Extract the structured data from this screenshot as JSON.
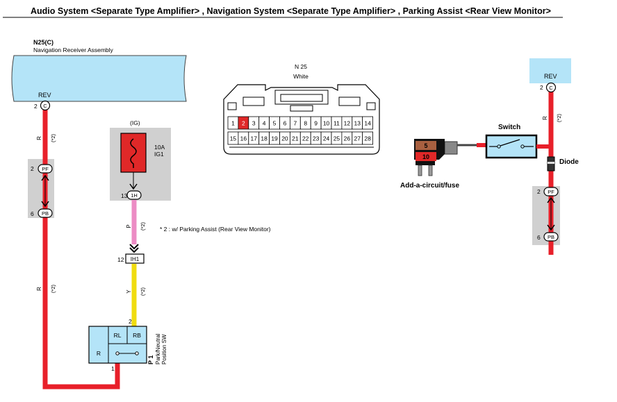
{
  "title": "Audio System <Separate Type Amplifier> , Navigation System <Separate Type Amplifier> , Parking Assist <Rear View Monitor>",
  "colors": {
    "wire_red": "#e8202a",
    "wire_pink": "#ec8cc4",
    "wire_yellow": "#f0dc10",
    "receiver_fill": "#b4e4f8",
    "gray_box": "#d0d0d0",
    "fuse_red": "#e02828",
    "switch_fill": "#b4e4f8",
    "fuse_brown": "#a86040",
    "fuse_red_label": "#e02828"
  },
  "receiver": {
    "code": "N25(C)",
    "name": "Navigation Receiver Assembly",
    "pin_label": "REV",
    "pin_number": "2",
    "pin_letter": "C"
  },
  "left_wire": {
    "color_code_top": "R",
    "note_top": "(*2)",
    "color_code_bottom": "R",
    "note_bottom": "(*2)"
  },
  "left_connector": {
    "top_number": "2",
    "top_label": "PF",
    "bottom_number": "6",
    "bottom_label": "PB"
  },
  "fuse": {
    "circuit": "(IG)",
    "rating": "10A",
    "name": "IG1",
    "pin_number": "13",
    "pin_label": "1H"
  },
  "pink_wire": {
    "color_code": "P",
    "note": "(*2)"
  },
  "junction": {
    "number": "12",
    "label": "IH1"
  },
  "yellow_wire": {
    "color_code": "Y",
    "note": "(*2)"
  },
  "note": "* 2 : w/ Parking Assist (Rear View Monitor)",
  "switch_p1": {
    "pin_top": "2",
    "cell_rl": "RL",
    "cell_rb": "RB",
    "cell_r": "R",
    "pin_bottom": "1",
    "code": "P 1",
    "name_line1": "Park/Neutral",
    "name_line2": "Position SW"
  },
  "connector_n25": {
    "code": "N 25",
    "color": "White",
    "row1": [
      "1",
      "2",
      "3",
      "4",
      "5",
      "6",
      "7",
      "8",
      "9",
      "10",
      "11",
      "12",
      "13",
      "14"
    ],
    "row2": [
      "15",
      "16",
      "17",
      "18",
      "19",
      "20",
      "21",
      "22",
      "23",
      "24",
      "25",
      "26",
      "27",
      "28"
    ]
  },
  "rev_connector": {
    "label": "REV",
    "pin_number": "2",
    "pin_letter": "C"
  },
  "right_wire": {
    "color_code": "R",
    "note": "(*2)"
  },
  "add_circuit": {
    "fuse_top": "5",
    "fuse_bottom": "10",
    "label": "Add-a-circuit/fuse"
  },
  "switch_label": "Switch",
  "diode_label": "Diode",
  "right_connector": {
    "top_number": "2",
    "top_label": "PF",
    "bottom_number": "6",
    "bottom_label": "PB"
  }
}
